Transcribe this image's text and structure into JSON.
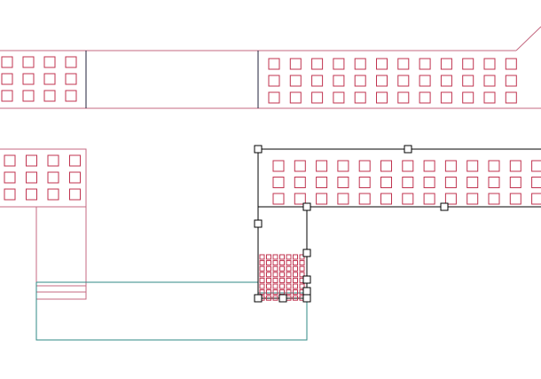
{
  "canvas": {
    "background": "#ffffff"
  },
  "colors": {
    "seat_stroke": "#c0334f",
    "block_outline": "#c46a82",
    "wall_stroke": "#1f1f3a",
    "selection_stroke": "#000000",
    "corridor_stroke": "#2f8a84",
    "grip_fill": "#ffffff",
    "grip_stroke": "#000000"
  },
  "blocks": [
    {
      "name": "seat-block-top-left",
      "rows": 3,
      "cols": 4,
      "selected": false
    },
    {
      "name": "seat-block-top-right",
      "rows": 3,
      "cols": 12,
      "selected": false
    },
    {
      "name": "seat-block-mid-left",
      "rows": 3,
      "cols": 4,
      "selected": false
    },
    {
      "name": "seat-block-mid-right",
      "rows": 3,
      "cols": 13,
      "selected": true
    },
    {
      "name": "seat-block-small",
      "rows": 8,
      "cols": 7,
      "selected": true
    }
  ],
  "selection": {
    "active": true,
    "handle_count": 11
  }
}
